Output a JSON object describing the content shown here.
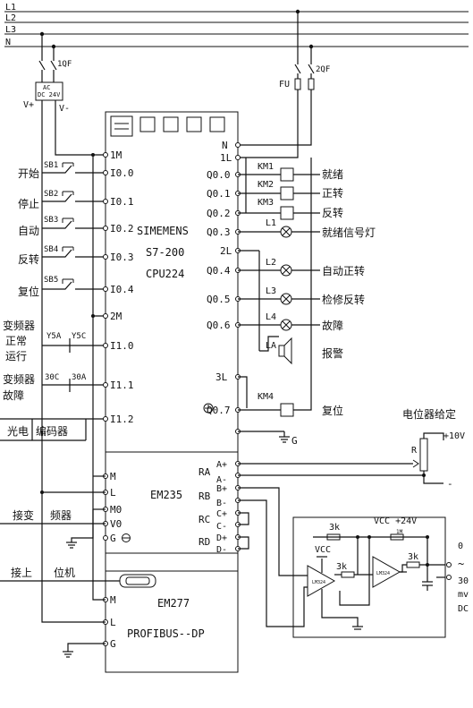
{
  "power_lines": [
    "L1",
    "L2",
    "L3",
    "N"
  ],
  "breakers": {
    "left": "1QF",
    "right": "2QF",
    "fuse": "FU"
  },
  "supply": {
    "ps_label": "DC 24V",
    "ps_top": "AC",
    "v_plus": "V+",
    "v_minus": "V-"
  },
  "plc": {
    "brand": "SIMEMENS",
    "model": "S7-200",
    "cpu": "CPU224",
    "ground_label": "G"
  },
  "inputs": [
    {
      "label": "开始",
      "contact": "SB1",
      "terminal": "I0.0"
    },
    {
      "label": "停止",
      "contact": "SB2",
      "terminal": "I0.1"
    },
    {
      "label": "自动",
      "contact": "SB3",
      "terminal": "I0.2"
    },
    {
      "label": "反转",
      "contact": "SB4",
      "terminal": "I0.3"
    },
    {
      "label": "复位",
      "contact": "SB5",
      "terminal": "I0.4"
    }
  ],
  "input_common": [
    "1M",
    "2M"
  ],
  "vfd_normal": {
    "label_line1": "变频器",
    "label_line2": "正常",
    "label_line3": "运行",
    "c1": "Y5A",
    "c2": "Y5C",
    "terminal": "I1.0"
  },
  "vfd_fault": {
    "label_line1": "变频器",
    "label_line2": "故障",
    "c1": "30C",
    "c2": "30A",
    "terminal": "I1.1"
  },
  "encoder": {
    "label1": "光电",
    "label2": "编码器",
    "terminal": "I1.2"
  },
  "output_common": [
    "N",
    "1L",
    "2L",
    "3L"
  ],
  "outputs": [
    {
      "terminal": "Q0.0",
      "device": "KM1",
      "desc": "就绪"
    },
    {
      "terminal": "Q0.1",
      "device": "KM2",
      "desc": "正转"
    },
    {
      "terminal": "Q0.2",
      "device": "KM3",
      "desc": "反转"
    },
    {
      "terminal": "Q0.3",
      "device": "L1",
      "desc": "就绪信号灯"
    },
    {
      "terminal": "Q0.4",
      "device": "L2",
      "desc": "自动正转"
    },
    {
      "terminal": "Q0.5",
      "device": "L3",
      "desc": "检修反转"
    },
    {
      "terminal": "Q0.6",
      "device": "L4",
      "desc": "故障"
    },
    {
      "terminal": "",
      "device": "LA",
      "desc": "报警"
    },
    {
      "terminal": "Q0.7",
      "device": "KM4",
      "desc": "复位"
    }
  ],
  "em235": {
    "name": "EM235",
    "left_terms": [
      "M",
      "L",
      "M0",
      "V0",
      "G"
    ],
    "right_terms": [
      "RA",
      "A+",
      "A-",
      "RB",
      "B+",
      "B-",
      "RC",
      "C+",
      "C-",
      "RD",
      "D+",
      "D-"
    ]
  },
  "vfd_link": {
    "label1": "接变",
    "label2": "频器"
  },
  "em277": {
    "name": "EM277",
    "bus": "PROFIBUS--DP",
    "terms": [
      "M",
      "L",
      "G"
    ],
    "host1": "接上",
    "host2": "位机"
  },
  "potentiometer": {
    "title": "电位器给定",
    "r": "R",
    "plus": "+10V",
    "minus": "-"
  },
  "amplifier": {
    "vcc_top": "VCC +24V",
    "vcc": "VCC",
    "r1": "3k",
    "r2": "3k",
    "r3": "3k",
    "r4": "1M",
    "chip1": "LM324",
    "chip2": "LM324",
    "out_range1": "0",
    "out_range2": "30",
    "out_unit1": "mv",
    "out_unit2": "DC",
    "out_sym": "~"
  }
}
